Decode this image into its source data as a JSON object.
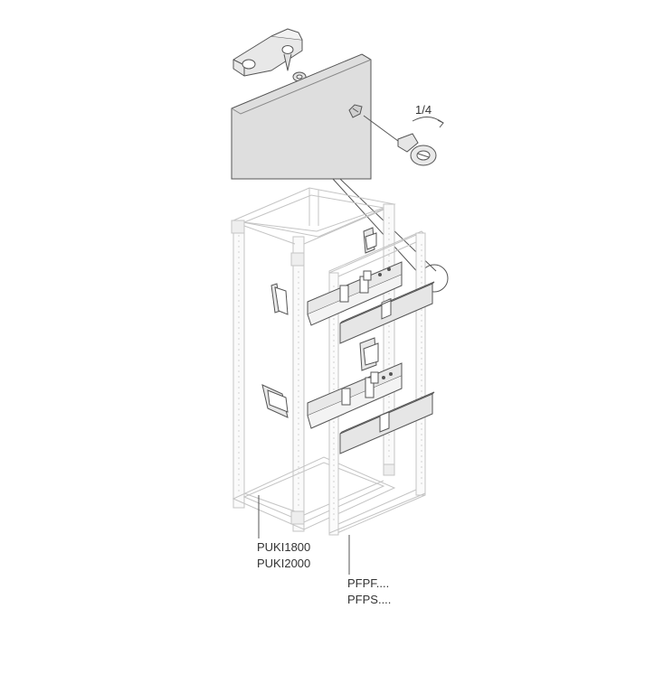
{
  "labels": {
    "rotation": "1/4",
    "frame_codes": [
      "PUKI1800",
      "PUKI2000"
    ],
    "panel_codes": [
      "PFPF....",
      "PFPS...."
    ]
  },
  "colors": {
    "line": "#555555",
    "frame": "#c4c4c4",
    "panel": "#e6e6e6",
    "door": "#dedede"
  }
}
